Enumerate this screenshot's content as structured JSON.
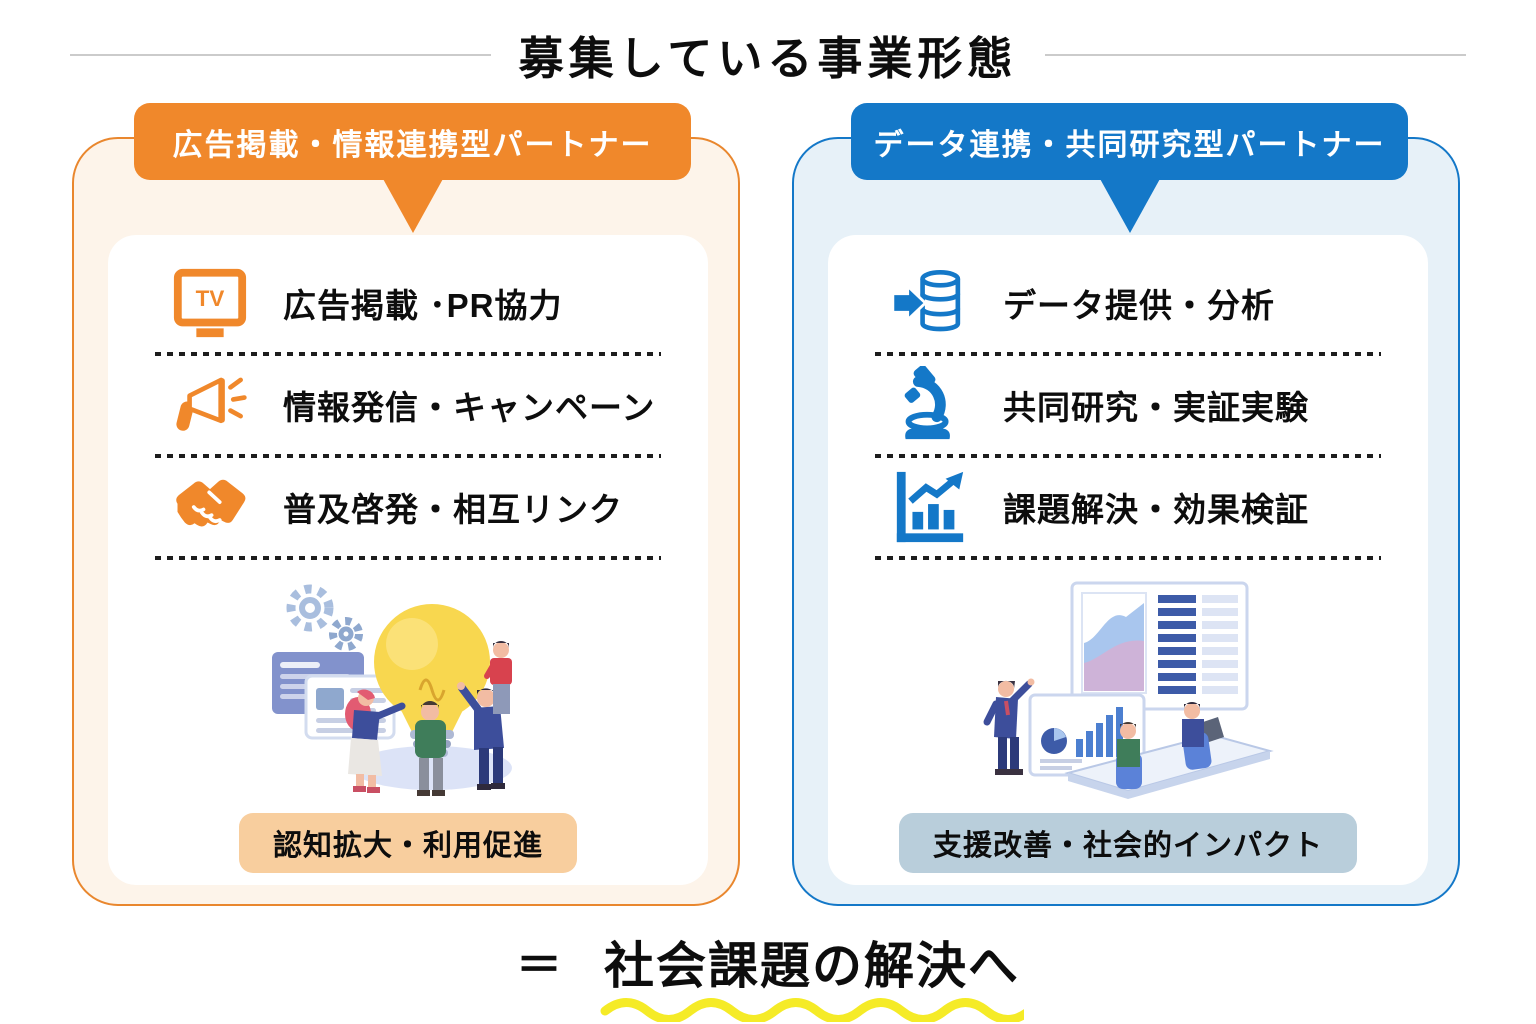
{
  "title": "募集している事業形態",
  "left_card": {
    "header": "広告掲載・情報連携型パートナー",
    "items": [
      {
        "icon": "tv-icon",
        "label": "広告掲載 ･PR協力"
      },
      {
        "icon": "megaphone-icon",
        "label": "情報発信・キャンペーン"
      },
      {
        "icon": "handshake-icon",
        "label": "普及啓発・相互リンク"
      }
    ],
    "illustration": "team-lightbulb-illustration",
    "badge": "認知拡大・利用促進"
  },
  "right_card": {
    "header": "データ連携・共同研究型パートナー",
    "items": [
      {
        "icon": "database-arrow-icon",
        "label": "データ提供・分析"
      },
      {
        "icon": "microscope-icon",
        "label": "共同研究・実証実験"
      },
      {
        "icon": "bar-chart-growth-icon",
        "label": "課題解決・効果検証"
      }
    ],
    "illustration": "presentation-meeting-illustration",
    "badge": "支援改善・社会的インパクト"
  },
  "conclusion": {
    "equals": "＝",
    "text": "社会課題の解決へ"
  },
  "colors": {
    "orange": "#F0882B",
    "orange_card_bg": "#FDF4EA",
    "peach_badge": "#F8CE9E",
    "blue": "#1478C8",
    "blue_card_bg": "#E7F1F8",
    "bluegray_badge": "#B9CEDB",
    "wave_yellow": "#F5EB27",
    "rule_gray": "#CBCBCB"
  }
}
